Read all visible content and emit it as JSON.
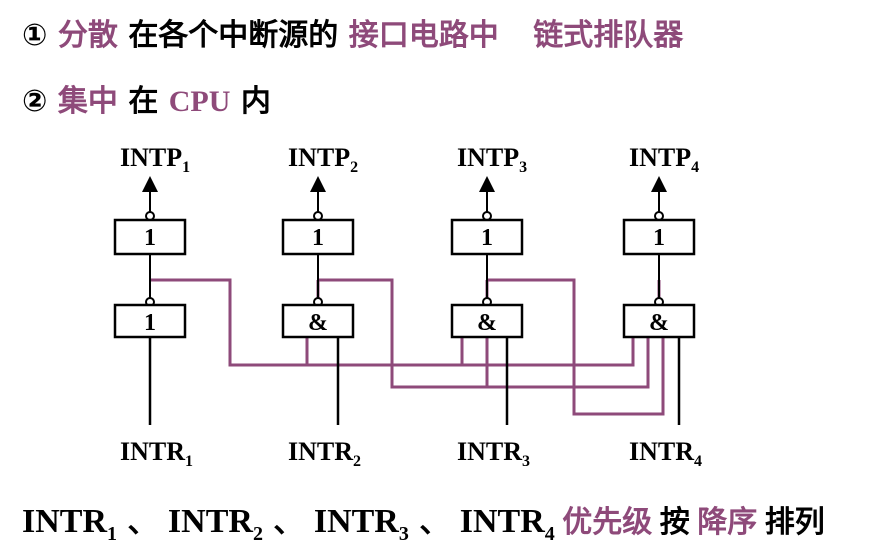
{
  "heading": {
    "item1": {
      "marker": "①",
      "word1": "分散",
      "mid": "在各个中断源的",
      "word2": "接口电路中",
      "word3": "链式排队器"
    },
    "item2": {
      "marker": "②",
      "word1": "集中",
      "mid": "在",
      "word2": "CPU",
      "tail": "内"
    }
  },
  "circuit": {
    "outputs": [
      {
        "base": "INTP",
        "sub": "1"
      },
      {
        "base": "INTP",
        "sub": "2"
      },
      {
        "base": "INTP",
        "sub": "3"
      },
      {
        "base": "INTP",
        "sub": "4"
      }
    ],
    "inputs": [
      {
        "base": "INTR",
        "sub": "1"
      },
      {
        "base": "INTR",
        "sub": "2"
      },
      {
        "base": "INTR",
        "sub": "3"
      },
      {
        "base": "INTR",
        "sub": "4"
      }
    ],
    "upper_gate_label": "1",
    "lower_gate_labels": [
      "1",
      "&",
      "&",
      "&"
    ],
    "wire_color": "#8e4a7a",
    "line_color": "#000000"
  },
  "footer": {
    "items": [
      {
        "base": "INTR",
        "sub": "1"
      },
      {
        "base": "INTR",
        "sub": "2"
      },
      {
        "base": "INTR",
        "sub": "3"
      },
      {
        "base": "INTR",
        "sub": "4"
      }
    ],
    "separator": "、",
    "priority": "优先级",
    "by": "按",
    "order": "降序",
    "arrange": "排列"
  }
}
